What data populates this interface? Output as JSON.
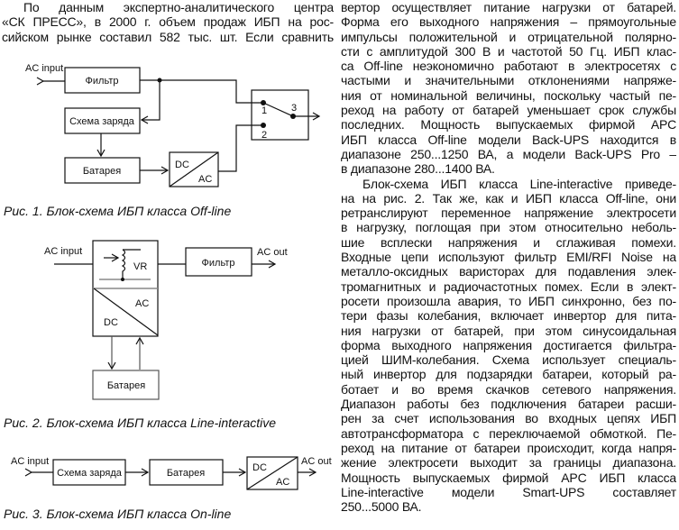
{
  "intro_lines": [
    "По данным экспертно-аналитического центра",
    "«СК ПРЕСС», в 2000 г. объем продаж ИБП на рос-",
    "сийском рынке составил 582 тыс. шт. Если сравнить"
  ],
  "right_lines": [
    "вертор осуществляет питание нагрузки от батарей.",
    "Форма его выходного напряжения – прямоугольные",
    "импульсы положительной и отрицательной полярно-",
    "сти с амплитудой 300 В и частотой 50 Гц. ИБП клас-",
    "са Off-line неэкономично работают в электросетях с",
    "частыми и значительными отклонениями напряже-",
    "ния от номинальной величины, поскольку частый пе-",
    "реход на работу от батарей уменьшает срок службы",
    "последних. Мощность выпускаемых фирмой APC",
    "ИБП класса Off-line модели Back-UPS находится в",
    "диапазоне 250...1250 ВА, а модели Back-UPS Pro –",
    "в диапазоне 280...1400 ВА.",
    "Блок-схема ИБП класса Line-interactive приведе-",
    "на на рис. 2. Так же, как и ИБП класса Off-line, они",
    "ретранслируют переменное напряжение электросети",
    "в нагрузку, поглощая при этом относительно неболь-",
    "шие всплески напряжения и сглаживая помехи.",
    "Входные цепи используют фильтр EMI/RFI Noise на",
    "металло-оксидных варисторах для подавления элек-",
    "тромагнитных и радиочастотных помех. Если в элект-",
    "росети произошла авария, то ИБП синхронно, без по-",
    "тери фазы колебания, включает инвертор для пита-",
    "ния нагрузки от батарей, при этом синусоидальная",
    "форма выходного напряжения достигается фильтра-",
    "цией ШИМ-колебания. Схема использует специаль-",
    "ный инвертор для подзарядки батареи, который ра-",
    "ботает и во время скачков сетевого напряжения.",
    "Диапазон работы без подключения батареи расши-",
    "рен за счет использования во входных цепях ИБП",
    "автотрансформатора с переключаемой обмоткой. Пе-",
    "реход на питание от батареи происходит, когда напря-",
    "жение электросети выходит за границы диапазона.",
    "Мощность выпускаемых фирмой APC ИБП класса",
    "Line-interactive модели Smart-UPS  составляет",
    "250...5000 ВА."
  ],
  "fig1": {
    "ac_input": "AC input",
    "filter": "Фильтр",
    "charger": "Схема заряда",
    "battery": "Батарея",
    "dc": "DC",
    "ac": "AC",
    "sw1": "1",
    "sw2": "2",
    "sw3": "3",
    "caption": "Рис. 1. Блок-схема ИБП класса Off-line"
  },
  "fig2": {
    "ac_input": "AC input",
    "vr": "VR",
    "ac": "AC",
    "dc": "DC",
    "filter": "Фильтр",
    "ac_out": "AC out",
    "battery": "Батарея",
    "caption": "Рис. 2. Блок-схема ИБП класса Line-interactive"
  },
  "fig3": {
    "ac_input": "AC input",
    "charger": "Схема заряда",
    "battery": "Батарея",
    "dc": "DC",
    "ac": "AC",
    "ac_out": "AC out",
    "caption": "Рис. 3. Блок-схема ИБП класса On-line"
  }
}
